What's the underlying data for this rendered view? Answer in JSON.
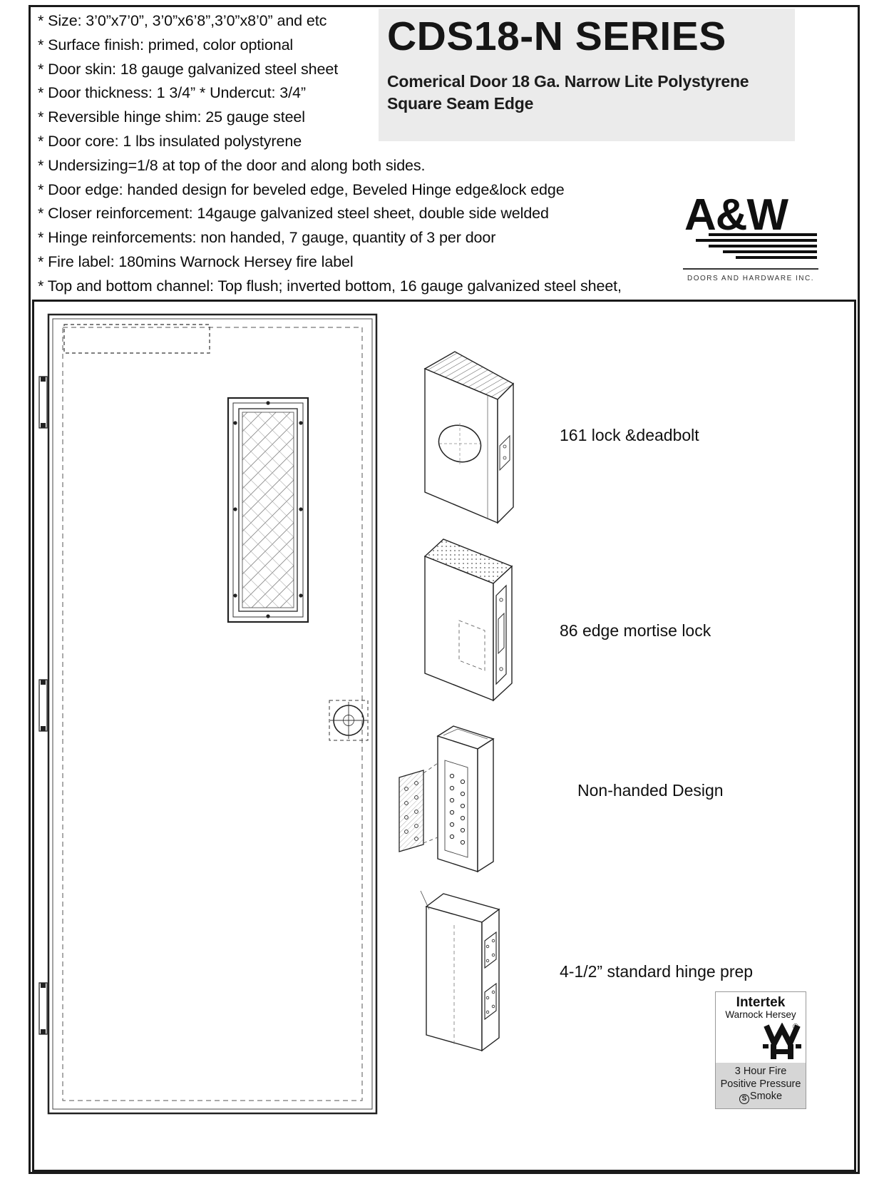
{
  "page": {
    "background": "#ffffff",
    "border_color": "#1a1a1a",
    "title_block_bg": "#ebebeb",
    "cert_band_bg": "#d6d6d6"
  },
  "specs": {
    "items": [
      "* Size: 3’0”x7’0”, 3’0”x6’8”,3’0”x8’0” and etc",
      "* Surface finish: primed, color optional",
      "* Door skin: 18 gauge galvanized steel sheet",
      "* Door thickness: 1 3/4” * Undercut: 3/4”",
      "* Reversible hinge shim: 25 gauge steel",
      "* Door core: 1 lbs insulated polystyrene",
      "* Undersizing=1/8 at top of the door and along both sides.",
      "* Door edge: handed design for beveled edge, Beveled Hinge edge&lock edge",
      "* Closer reinforcement: 14gauge galvanized steel sheet, double side welded",
      "* Hinge reinforcements: non handed, 7 gauge, quantity of 3 per door",
      "* Fire label: 180mins Warnock Hersey fire label",
      "* Top and bottom channel: Top flush; inverted bottom, 16 gauge galvanized steel sheet,"
    ]
  },
  "title_block": {
    "title": "CDS18-N SERIES",
    "subtitle_line1": "Comerical Door 18 Ga. Narrow Lite Polystyrene",
    "subtitle_line2": "Square Seam Edge"
  },
  "logo": {
    "name": "A&W",
    "tagline": "DOORS AND HARDWARE INC."
  },
  "diagram_labels": {
    "lock_deadbolt": "161 lock &deadbolt",
    "mortise_lock": "86 edge mortise  lock",
    "non_handed": "Non-handed Design",
    "hinge_prep": "4-1/2” standard hinge prep"
  },
  "certification": {
    "brand": "Intertek",
    "sub_brand": "Warnock Hersey",
    "registered": "®",
    "fire_line1": "3 Hour Fire",
    "fire_line2": "Positive Pressure",
    "smoke_symbol": "S",
    "smoke_label": "Smoke"
  }
}
